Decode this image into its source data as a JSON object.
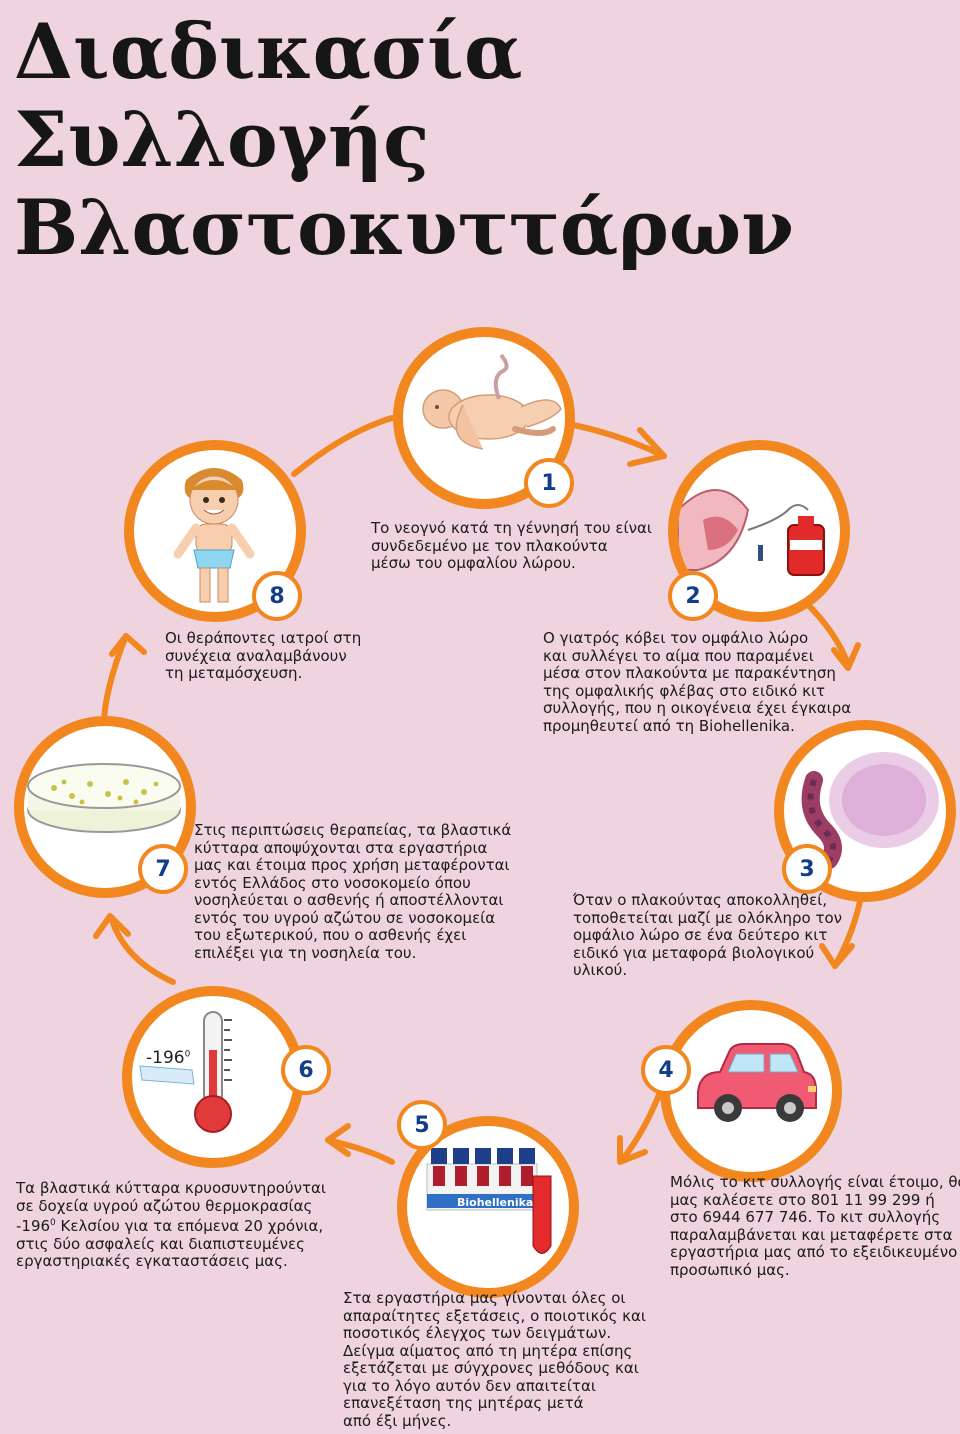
{
  "title": {
    "lines": [
      "Διαδικασία",
      "Συλλογής",
      "Βλαστοκυττάρων"
    ]
  },
  "colors": {
    "background": "#efd3de",
    "accent": "#f1871e",
    "badge_text": "#123d88"
  },
  "steps": [
    {
      "number": "1",
      "icon": "newborn-baby-icon",
      "text": [
        "Το νεογνό κατά τη γέννησή του είναι",
        "συνδεδεμένο με τον πλακούντα",
        "μέσω του ομφαλίου λώρου."
      ]
    },
    {
      "number": "2",
      "icon": "cord-blood-collection-icon",
      "text": [
        "Ο γιατρός κόβει τον ομφάλιο λώρο",
        "και συλλέγει το αίμα που παραμένει",
        "μέσα στον πλακούντα με παρακέντηση",
        "της ομφαλικής φλέβας στο ειδικό κιτ",
        "συλλογής, που η οικογένεια έχει έγκαιρα",
        "προμηθευτεί από τη Biohellenika."
      ]
    },
    {
      "number": "3",
      "icon": "placenta-icon",
      "text": [
        "Όταν ο πλακούντας αποκολληθεί,",
        "τοποθετείται μαζί με ολόκληρο τον",
        "ομφάλιο λώρο σε ένα δεύτερο κιτ",
        "ειδικό για μεταφορά βιολογικού",
        "υλικού."
      ]
    },
    {
      "number": "4",
      "icon": "car-icon",
      "text": [
        "Μόλις το κιτ συλλογής είναι έτοιμο, θα",
        "μας καλέσετε στο 801 11 99 299 ή",
        "στο 6944 677 746. Το κιτ συλλογής",
        "παραλαμβάνεται και μεταφέρετε στα",
        "εργαστήρια μας από το εξειδικευμένο",
        "προσωπικό μας."
      ]
    },
    {
      "number": "5",
      "icon": "sample-tubes-icon",
      "logo": "Biohellenika",
      "text": [
        "Στα εργαστήρια μας γίνονται όλες οι",
        "απαραίτητες εξετάσεις, ο ποιοτικός και",
        "ποσοτικός έλεγχος των δειγμάτων.",
        "Δείγμα αίματος από τη μητέρα επίσης",
        "εξετάζεται με σύγχρονες μεθόδους και",
        "για το λόγο αυτόν δεν απαιτείται",
        "επανεξέταση της μητέρας μετά",
        "από έξι μήνες."
      ]
    },
    {
      "number": "6",
      "icon": "thermometer-icon",
      "temperature": "-196",
      "degree": "0",
      "text": [
        "Τα βλαστικά κύτταρα κρυοσυντηρούνται",
        "σε δοχεία υγρού αζώτου θερμοκρασίας",
        "-196",
        "0",
        " Κελσίου για τα επόμενα 20 χρόνια,",
        "στις δύο ασφαλείς και διαπιστευμένες",
        "εργαστηριακές εγκαταστάσεις μας."
      ]
    },
    {
      "number": "7",
      "icon": "petri-dish-icon",
      "text": [
        "Στις περιπτώσεις θεραπείας, τα βλαστικά",
        "κύτταρα αποψύχονται στα εργαστήρια",
        "μας και έτοιμα προς χρήση μεταφέρονται",
        "εντός Ελλάδος στο νοσοκομείο όπου",
        "νοσηλεύεται ο ασθενής ή αποστέλλονται",
        "εντός του υγρού αζώτου σε νοσοκομεία",
        "του εξωτερικού, που ο ασθενής έχει",
        "επιλέξει για τη νοσηλεία του."
      ]
    },
    {
      "number": "8",
      "icon": "child-icon",
      "text": [
        "Οι θεράποντες ιατροί στη",
        "συνέχεια αναλαμβάνουν",
        "τη μεταμόσχευση."
      ]
    }
  ]
}
